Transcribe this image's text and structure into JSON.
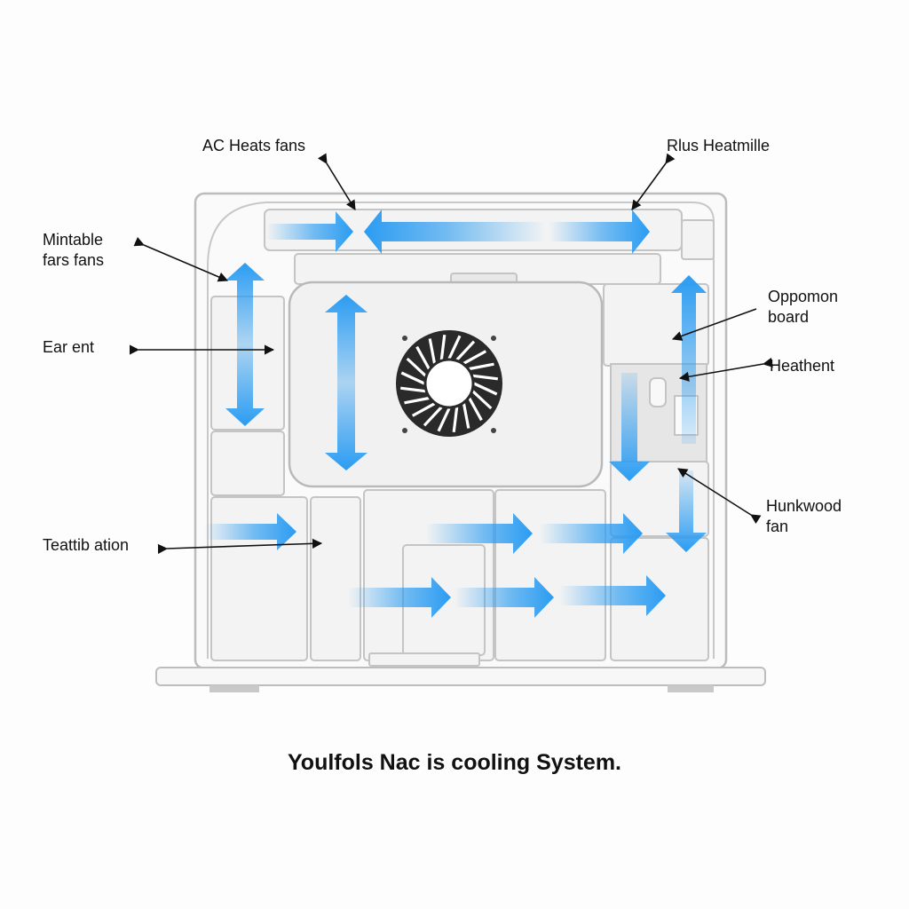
{
  "labels": {
    "ac_heats_fans": "AC Heats fans",
    "rlus_heatmille": "Rlus Heatmille",
    "mintable_line1": "Mintable",
    "mintable_line2": "fars fans",
    "ear_ent": "Ear ent",
    "oppomon_line1": "Oppomon",
    "oppomon_line2": "board",
    "heathent": "Heathent",
    "teattib_ation": "Teattib ation",
    "hunkwood_line1": "Hunkwood",
    "hunkwood_line2": "fan"
  },
  "caption": "Youlfols Nac is cooling System.",
  "colors": {
    "airflow": "#2b9cf2",
    "chassis": "#bcbcbc",
    "panel": "#f2f2f2",
    "fan_blade": "#2a2a2a",
    "leader_line": "#111111"
  },
  "icons": {
    "fan": "cooling-fan-icon",
    "airflow": "airflow-arrow-icon"
  }
}
